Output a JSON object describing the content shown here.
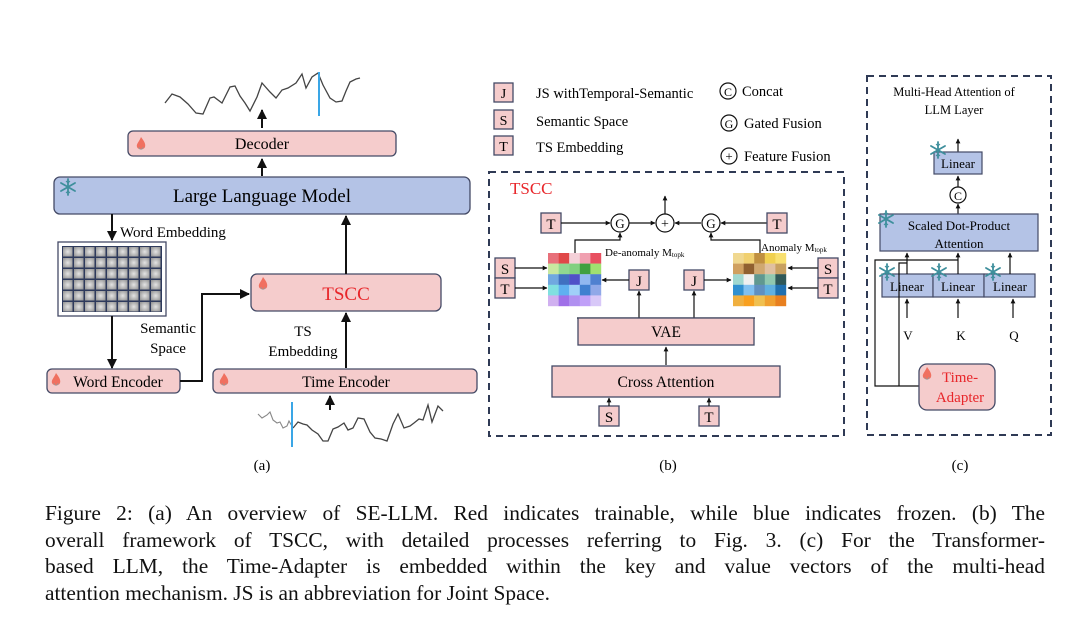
{
  "colors": {
    "trainable_fill": "#f5cccc",
    "frozen_fill": "#b4c3e6",
    "box_stroke": "#444a66",
    "dashed_border": "#2f3a55",
    "red_text": "#e8262a",
    "anomaly_marker": "#3aa6e6",
    "flame": "#f07060",
    "snowflake": "#3e8f9c"
  },
  "panel_a": {
    "decoder": "Decoder",
    "llm": "Large Language Model",
    "word_embedding": "Word Embedding",
    "tscc": "TSCC",
    "semantic_space_line1": "Semantic",
    "semantic_space_line2": "Space",
    "ts_embedding_line1": "TS",
    "ts_embedding_line2": "Embedding",
    "word_encoder": "Word Encoder",
    "time_encoder": "Time Encoder",
    "label": "(a)"
  },
  "panel_b": {
    "legend": [
      {
        "symbol": "J",
        "text": "JS withTemporal-Semantic"
      },
      {
        "symbol": "S",
        "text": "Semantic Space"
      },
      {
        "symbol": "T",
        "text": "TS Embedding"
      }
    ],
    "ops_legend": [
      {
        "symbol": "C",
        "text": "Concat"
      },
      {
        "symbol": "G",
        "text": "Gated Fusion"
      },
      {
        "symbol": "+",
        "text": "Feature Fusion"
      }
    ],
    "title": "TSCC",
    "t_token": "T",
    "s_token": "S",
    "j_token": "J",
    "g_op": "G",
    "plus_op": "+",
    "deanomaly_label": "De-anomaly M",
    "anomaly_label": "Anomaly M",
    "subscript": "topk",
    "vae": "VAE",
    "cross_attention": "Cross Attention",
    "label": "(b)"
  },
  "panel_c": {
    "title_line1": "Multi-Head Attention of",
    "title_line2": "LLM Layer",
    "linear": "Linear",
    "concat_op": "C",
    "sdpa_line1": "Scaled Dot-Product",
    "sdpa_line2": "Attention",
    "v": "V",
    "k": "K",
    "q": "Q",
    "adapter_line1": "Time-",
    "adapter_line2": "Adapter",
    "label": "(c)"
  },
  "caption": {
    "lines": [
      "Figure 2: (a) An overview of SE-LLM. Red indicates trainable, while blue indicates frozen. (b) The",
      "overall framework of TSCC, with detailed processes referring to Fig. 3. (c) For the Transformer-",
      "based LLM, the Time-Adapter is embedded within the key and value vectors of the multi-head",
      "attention mechanism. JS is an abbreviation for Joint Space."
    ]
  }
}
